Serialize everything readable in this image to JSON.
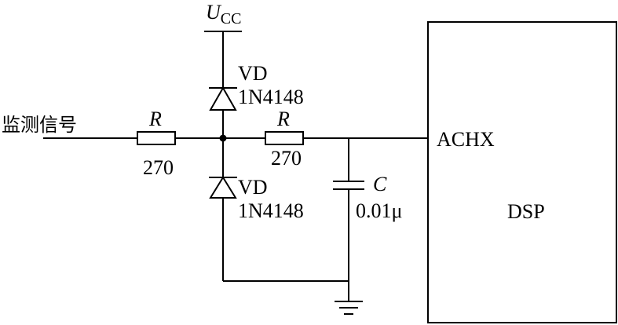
{
  "supply": {
    "symbol": "U",
    "subscript": "CC"
  },
  "input": {
    "label": "监测信号"
  },
  "resistor1": {
    "name": "R",
    "value": "270"
  },
  "resistor2": {
    "name": "R",
    "value": "270"
  },
  "diode_top": {
    "name": "VD",
    "part": "1N4148"
  },
  "diode_bottom": {
    "name": "VD",
    "part": "1N4148"
  },
  "capacitor": {
    "name": "C",
    "value": "0.01μ"
  },
  "dsp": {
    "pin": "ACHX",
    "label": "DSP"
  }
}
